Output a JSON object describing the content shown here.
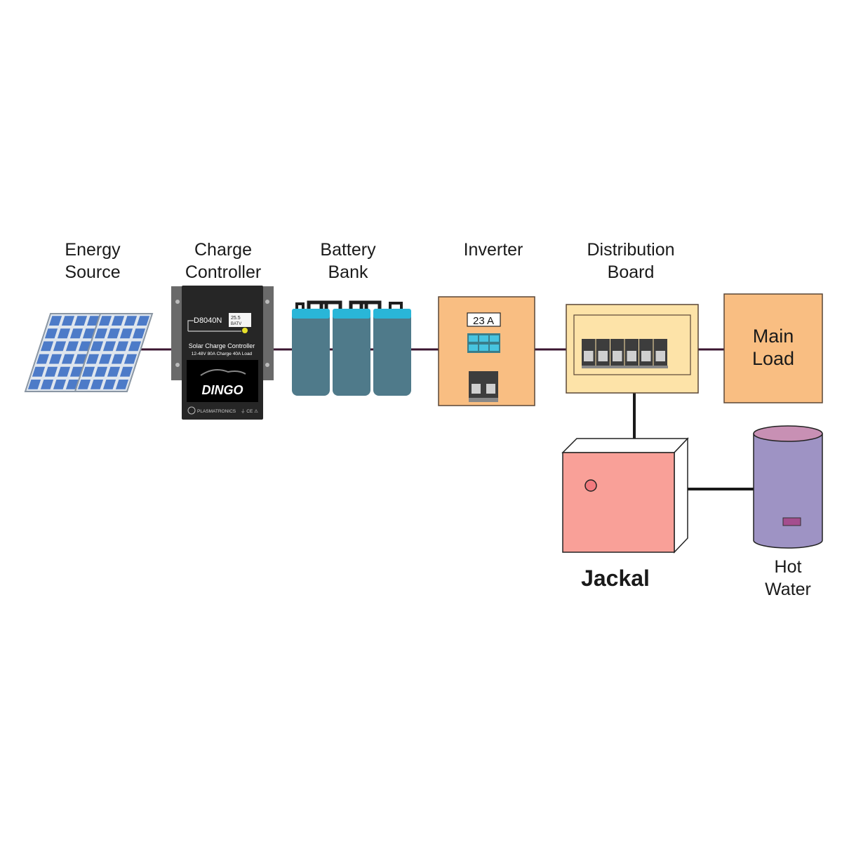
{
  "labels": {
    "energy_source": [
      "Energy",
      "Source"
    ],
    "charge_controller": [
      "Charge",
      "Controller"
    ],
    "battery_bank": [
      "Battery",
      "Bank"
    ],
    "inverter": "Inverter",
    "distribution_board": [
      "Distribution",
      "Board"
    ],
    "main_load": [
      "Main",
      "Load"
    ],
    "jackal": "Jackal",
    "hot_water": [
      "Hot",
      "Water"
    ]
  },
  "controller": {
    "model": "D8040N",
    "display_value": "25.5",
    "display_unit": "BATV",
    "title": "Solar Charge Controller",
    "spec": "12-48V  80A Charge 40A Load",
    "brand": "DINGO",
    "maker": "PLASMATRONICS"
  },
  "inverter": {
    "display": "23 A"
  },
  "colors": {
    "wire": "#3a1530",
    "panel_cell": "#4d7bc8",
    "battery": "#4f7a8a",
    "battery_cap": "#29b6d8",
    "inverter_box": "#f9be82",
    "distribution_box": "#fde3a8",
    "main_load_box": "#f9be82",
    "jackal_box": "#f9a098",
    "tank": "#9e93c4",
    "tank_top": "#c890b4"
  },
  "icons": {
    "solar_panels": "solar-panel-icon",
    "controller": "charge-controller-icon",
    "batteries": "battery-icon",
    "breakers": "circuit-breaker-icon",
    "tank": "water-tank-icon"
  }
}
